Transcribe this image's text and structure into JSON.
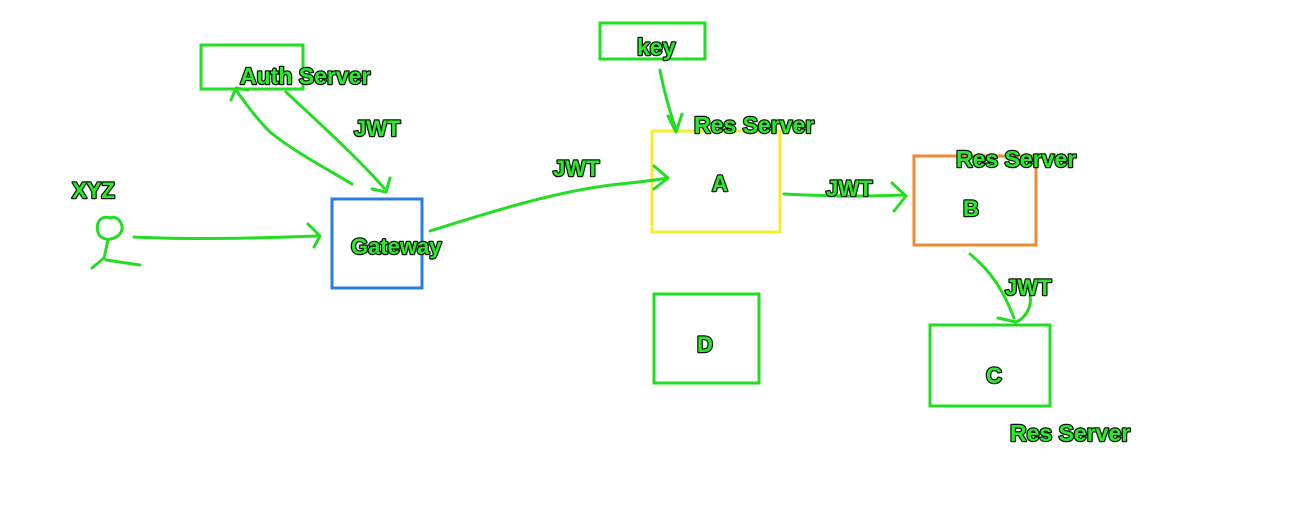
{
  "colors": {
    "ink": "#22dd22",
    "text": "#2ee82e",
    "gateway_box": "#2b7be4",
    "a_box": "#f6ee2c",
    "b_box": "#ee8a30",
    "text_outline": "#0a1a0a"
  },
  "labels": {
    "auth_server": "Auth Server",
    "key": "key",
    "jwt_auth": "JWT",
    "jwt_gateway_a": "JWT",
    "jwt_a_b": "JWT",
    "jwt_b_c": "JWT",
    "xyz": "XYZ",
    "gateway": "Gateway",
    "res_server_a": "Res Server",
    "res_server_b": "Res Server",
    "res_server_c": "Res Server",
    "node_a": "A",
    "node_b": "B",
    "node_c": "C",
    "node_d": "D"
  },
  "icons": {
    "user": "stick-figure-icon"
  }
}
